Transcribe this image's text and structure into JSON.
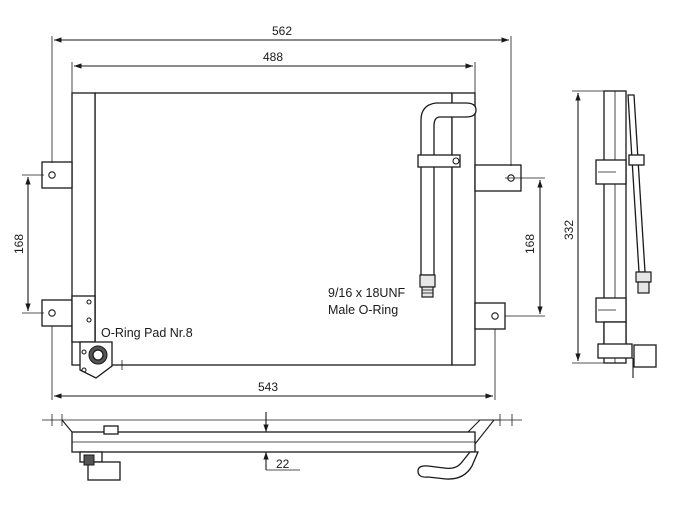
{
  "dimensions": {
    "overall_width": "562",
    "core_width": "488",
    "bottom_width": "543",
    "mount_spacing_left": "168",
    "mount_spacing_right": "168",
    "side_height": "332",
    "bottom_offset": "22"
  },
  "annotations": {
    "fitting_spec_line1": "9/16 x 18UNF",
    "fitting_spec_line2": "Male O-Ring",
    "oring_pad": "O-Ring Pad Nr.8"
  }
}
